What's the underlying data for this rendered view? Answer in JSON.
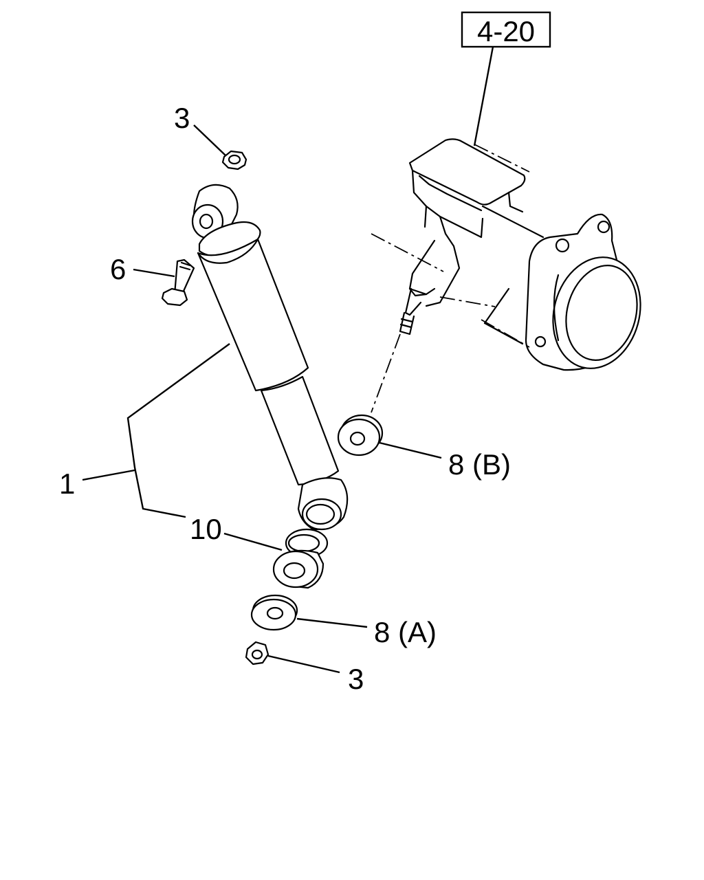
{
  "callouts": {
    "ref_box": "4-20",
    "nut_top": "3",
    "bolt": "6",
    "shock_absorber": "1",
    "bushing": "10",
    "washer_b": "8 (B)",
    "washer_a": "8 (A)",
    "nut_bottom": "3"
  }
}
